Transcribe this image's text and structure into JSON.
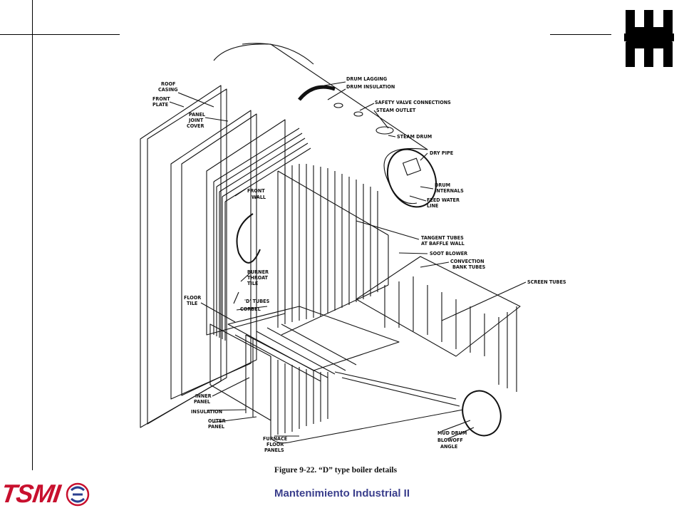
{
  "figure": {
    "caption": "Figure 9-22. “D” type boiler details",
    "labels": {
      "roof_casing": [
        "ROOF",
        "CASING"
      ],
      "front_plate": [
        "FRONT",
        "PLATE"
      ],
      "panel_joint_cover": [
        "PANEL",
        "JOINT",
        "COVER"
      ],
      "drum_lagging": "DRUM LAGGING",
      "drum_insulation": "DRUM INSULATION",
      "safety_valve_connections": "SAFETY VALVE CONNECTIONS",
      "steam_outlet": "STEAM OUTLET",
      "steam_drum": "STEAM DRUM",
      "dry_pipe": "DRY PIPE",
      "drum_internals": [
        "DRUM",
        "INTERNALS"
      ],
      "feed_water_line": [
        "FEED WATER",
        "LINE"
      ],
      "front_wall": [
        "FRONT",
        "WALL"
      ],
      "tangent_tubes": [
        "TANGENT TUBES",
        "AT BAFFLE WALL"
      ],
      "soot_blower": "SOOT BLOWER",
      "convection_bank_tubes": [
        "CONVECTION",
        "BANK TUBES"
      ],
      "burner_throat_tile": [
        "BURNER",
        "THROAT",
        "TILE"
      ],
      "screen_tubes": "SCREEN TUBES",
      "floor_tile": [
        "FLOOR",
        "TILE"
      ],
      "d_tubes": "'D' TUBES",
      "corbel": "CORBEL",
      "inner_panel": [
        "INNER",
        "PANEL"
      ],
      "insulation": "INSULATION",
      "outer_panel": [
        "OUTER",
        "PANEL"
      ],
      "furnace_floor_panels": [
        "FURNACE",
        "FLOOR",
        "PANELS"
      ],
      "mud_drum": "MUD DRUM",
      "blowoff_angle": [
        "BLOWOFF",
        "ANGLE"
      ]
    }
  },
  "footer": {
    "course": "Mantenimiento Industrial II",
    "logo_text": "TSMI"
  },
  "colors": {
    "footer_text": "#3a3e8c",
    "logo_red": "#c8102e",
    "ink": "#111111"
  }
}
